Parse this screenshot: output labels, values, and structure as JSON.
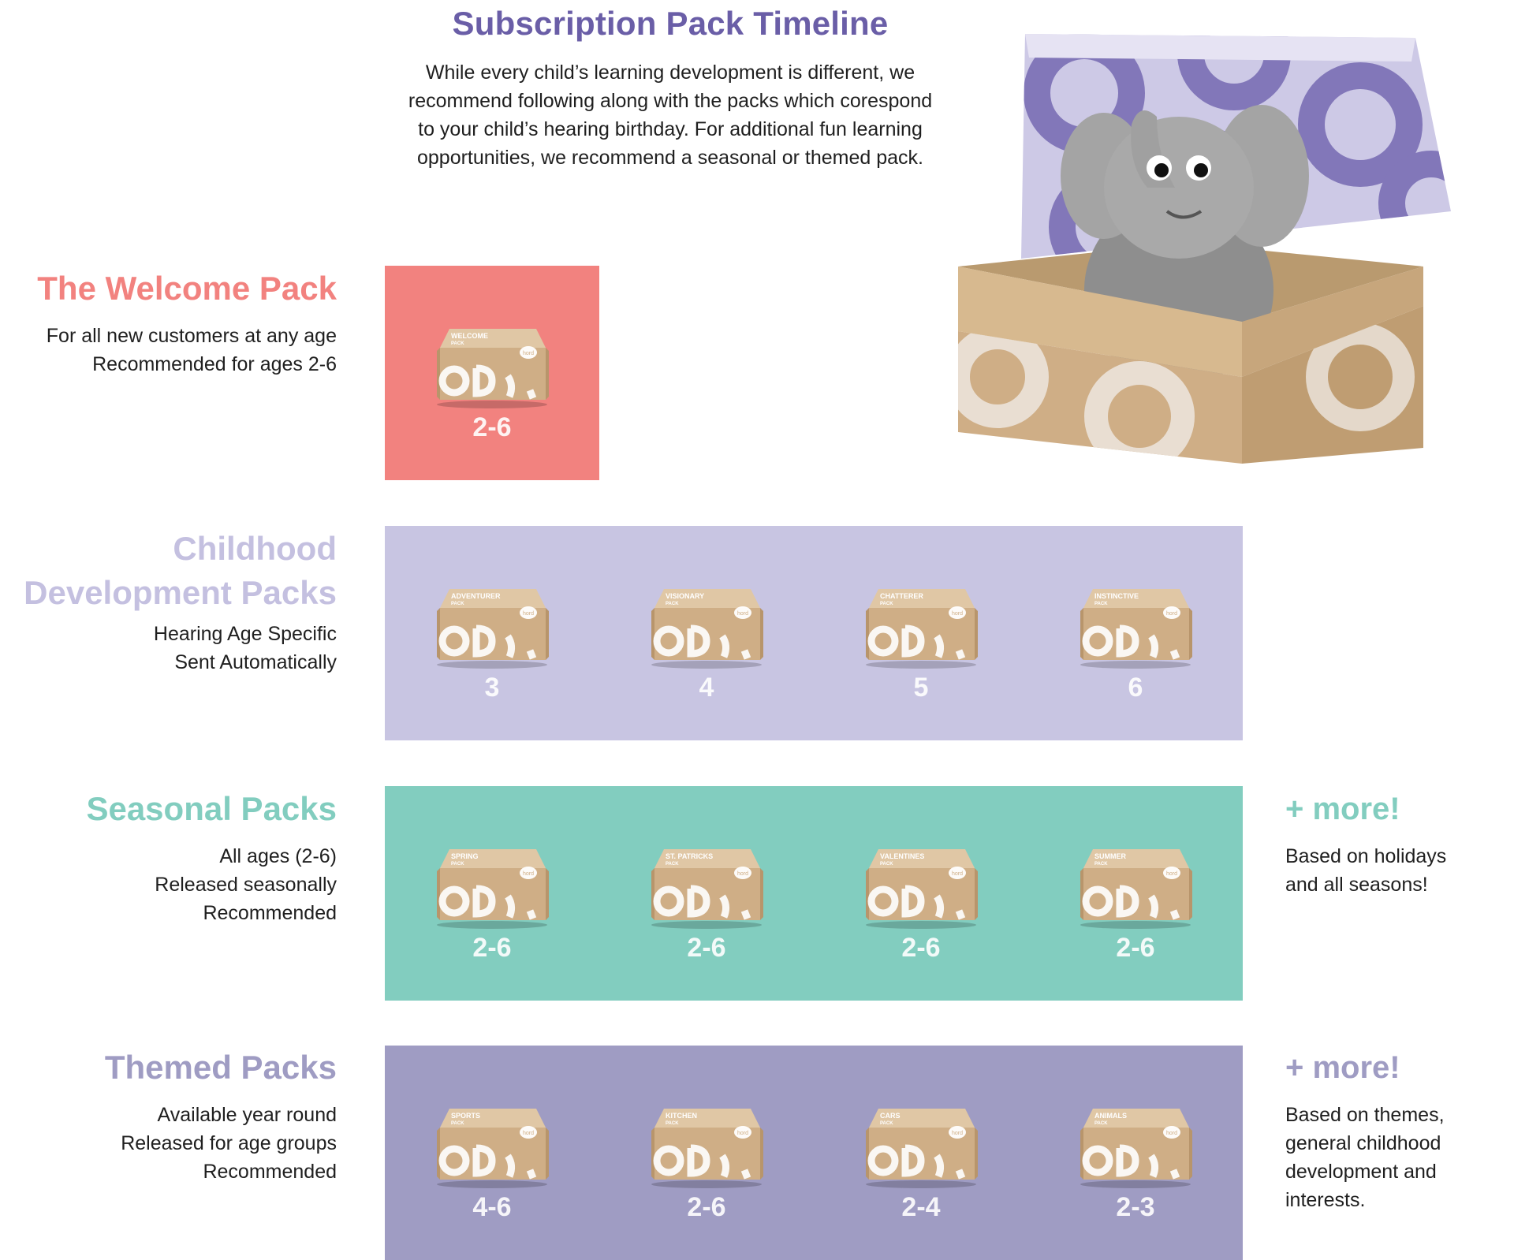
{
  "header": {
    "title": "Subscription Pack Timeline",
    "intro_lines": [
      "While every child’s learning development is different, we",
      "recommend following along with the packs which corespond",
      "to your child’s hearing birthday. For additional fun learning",
      "opportunities, we recommend a seasonal or themed pack."
    ]
  },
  "colors": {
    "title": "#6a5ea7",
    "welcome": "#f2827f",
    "childhood_heading": "#c4c0e0",
    "childhood_panel": "#c8c5e2",
    "seasonal": "#82cdbf",
    "themed": "#9f9cc3",
    "kraft": "#cfae86",
    "box_purple": "#8277b9"
  },
  "box_brand": "hord",
  "sections": {
    "welcome": {
      "title": "The Welcome Pack",
      "desc": [
        "For all new customers at any age",
        "Recommended for ages 2-6"
      ],
      "packs": [
        {
          "label": "WELCOME",
          "sub": "PACK",
          "age": "2-6"
        }
      ]
    },
    "childhood": {
      "title_lines": [
        "Childhood",
        "Development Packs"
      ],
      "desc": [
        "Hearing Age Specific",
        "Sent Automatically"
      ],
      "packs": [
        {
          "label": "ADVENTURER",
          "sub": "PACK",
          "age": "3"
        },
        {
          "label": "VISIONARY",
          "sub": "PACK",
          "age": "4"
        },
        {
          "label": "CHATTERER",
          "sub": "PACK",
          "age": "5"
        },
        {
          "label": "INSTINCTIVE",
          "sub": "PACK",
          "age": "6"
        }
      ]
    },
    "seasonal": {
      "title": "Seasonal Packs",
      "desc": [
        "All ages (2-6)",
        "Released seasonally",
        "Recommended"
      ],
      "packs": [
        {
          "label": "SPRING",
          "sub": "PACK",
          "age": "2-6"
        },
        {
          "label": "ST. PATRICKS",
          "sub": "PACK",
          "age": "2-6"
        },
        {
          "label": "VALENTINES",
          "sub": "PACK",
          "age": "2-6"
        },
        {
          "label": "SUMMER",
          "sub": "PACK",
          "age": "2-6"
        }
      ],
      "more_title": "+ more!",
      "more_desc": [
        "Based on holidays",
        "and all seasons!"
      ]
    },
    "themed": {
      "title": "Themed Packs",
      "desc": [
        "Available year round",
        "Released for age groups",
        "Recommended"
      ],
      "packs": [
        {
          "label": "SPORTS",
          "sub": "PACK",
          "age": "4-6"
        },
        {
          "label": "KITCHEN",
          "sub": "PACK",
          "age": "2-6"
        },
        {
          "label": "CARS",
          "sub": "PACK",
          "age": "2-4"
        },
        {
          "label": "ANIMALS",
          "sub": "PACK",
          "age": "2-3"
        }
      ],
      "more_title": "+ more!",
      "more_desc": [
        "Based on themes,",
        "general childhood",
        "development and",
        "interests."
      ]
    }
  }
}
